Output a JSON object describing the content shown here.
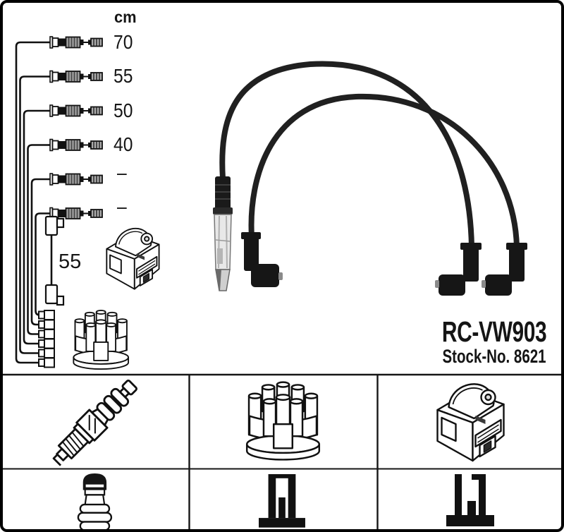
{
  "product": {
    "model": "RC-VW903",
    "stock": "Stock-No. 8621"
  },
  "measurements": {
    "unit": "cm",
    "cable_lengths": [
      "70",
      "55",
      "50",
      "40",
      "–",
      "–"
    ],
    "coil_lead_length": "55"
  },
  "icons": {
    "top_diagram": [
      "cable-lead-icon",
      "coil-lead-icon",
      "ignition-coil-icon",
      "distributor-cap-icon",
      "terminal-stub-icon",
      "ignition-cable-set-photo"
    ],
    "parts_grid_row1": [
      "spark-plug-icon",
      "distributor-cap-icon",
      "ignition-coil-icon"
    ],
    "parts_grid_row2": [
      "terminal-boot-icon",
      "socket-connector-icon",
      "socket-connector-open-icon"
    ]
  },
  "colors": {
    "ink": "#111111",
    "cable_black": "#1e1e1e",
    "metal_gray": "#ababab",
    "background": "#ffffff",
    "border": "#000000"
  }
}
